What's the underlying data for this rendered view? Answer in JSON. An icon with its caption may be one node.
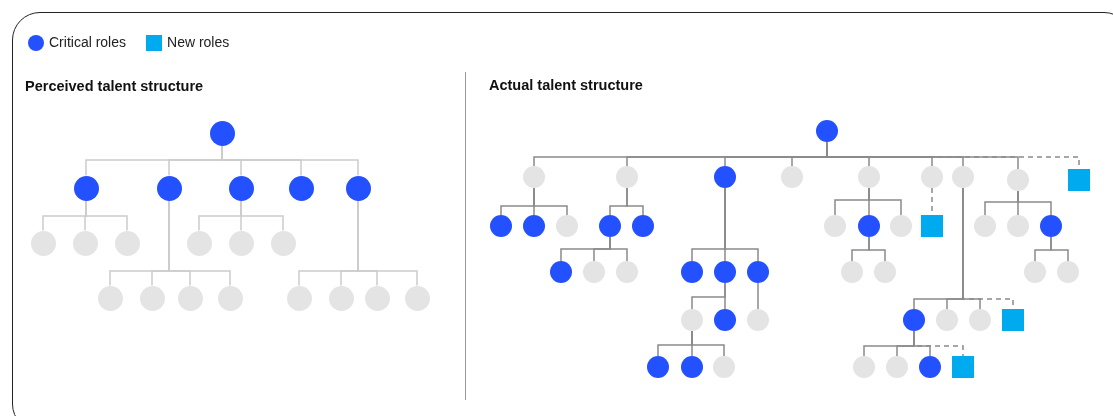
{
  "diagram": {
    "nodes": [
      {
        "text": [],
        "shape": "circle"
      },
      {
        "text": [],
        "shape": "circle"
      },
      {
        "text": [],
        "shape": "circle"
      },
      {
        "text": [],
        "shape": "circle"
      },
      {
        "text": [],
        "shape": "circle"
      },
      {
        "text": [],
        "shape": "circle"
      },
      {
        "text": [],
        "shape": "circle"
      },
      {
        "text": [],
        "shape": "circle"
      },
      {
        "text": [],
        "shape": "circle"
      },
      {
        "text": [],
        "shape": "circle"
      },
      {
        "text": [],
        "shape": "circle"
      },
      {
        "text": [],
        "shape": "circle"
      },
      {
        "text": [],
        "shape": "circle"
      },
      {
        "text": [],
        "shape": "circle"
      },
      {
        "text": [],
        "shape": "circle"
      },
      {
        "text": [],
        "shape": "circle"
      },
      {
        "text": [],
        "shape": "circle"
      },
      {
        "text": [],
        "shape": "circle"
      },
      {
        "text": [],
        "shape": "circle"
      },
      {
        "text": [],
        "shape": "circle"
      },
      {
        "text": [],
        "shape": "circle"
      },
      {
        "text": [],
        "shape": "circle"
      },
      {
        "text": [],
        "shape": "circle"
      },
      {
        "text": [],
        "shape": "circle"
      },
      {
        "text": [],
        "shape": "circle"
      },
      {
        "text": [],
        "shape": "circle"
      },
      {
        "text": [],
        "shape": "circle"
      },
      {
        "text": [],
        "shape": "circle"
      },
      {
        "text": [],
        "shape": "circle"
      },
      {
        "text": [],
        "shape": "box"
      },
      {
        "text": [],
        "shape": "circle"
      },
      {
        "text": [],
        "shape": "circle"
      },
      {
        "text": [],
        "shape": "circle"
      },
      {
        "text": [],
        "shape": "circle"
      },
      {
        "text": [],
        "shape": "circle"
      },
      {
        "text": [],
        "shape": "circle"
      },
      {
        "text": [],
        "shape": "circle"
      },
      {
        "text": [],
        "shape": "circle"
      },
      {
        "text": [],
        "shape": "box"
      },
      {
        "text": [],
        "shape": "circle"
      },
      {
        "text": [],
        "shape": "circle"
      },
      {
        "text": [],
        "shape": "circle"
      },
      {
        "text": [],
        "shape": "circle"
      },
      {
        "text": [],
        "shape": "circle"
      },
      {
        "text": [],
        "shape": "circle"
      },
      {
        "text": [],
        "shape": "circle"
      },
      {
        "text": [],
        "shape": "circle"
      },
      {
        "text": [],
        "shape": "circle"
      },
      {
        "text": [],
        "shape": "circle"
      },
      {
        "text": [],
        "shape": "circle"
      },
      {
        "text": [],
        "shape": "circle"
      },
      {
        "text": [],
        "shape": "circle"
      },
      {
        "text": [],
        "shape": "circle"
      },
      {
        "text": [],
        "shape": "circle"
      },
      {
        "text": [],
        "shape": "circle"
      },
      {
        "text": [],
        "shape": "circle"
      },
      {
        "text": [],
        "shape": "circle"
      },
      {
        "text": [],
        "shape": "circle"
      },
      {
        "text": [],
        "shape": "box"
      },
      {
        "text": [],
        "shape": "circle"
      },
      {
        "text": [],
        "shape": "circle"
      },
      {
        "text": [],
        "shape": "circle"
      },
      {
        "text": [],
        "shape": "circle"
      },
      {
        "text": [],
        "shape": "circle"
      },
      {
        "text": [],
        "shape": "circle"
      },
      {
        "text": [],
        "shape": "box"
      }
    ],
    "edges": [
      {
        "from": 0,
        "to": 1,
        "arrow": "none",
        "color": "#cccccc"
      },
      {
        "from": 0,
        "to": 2,
        "arrow": "none",
        "color": "#cccccc"
      },
      {
        "from": 0,
        "to": 3,
        "arrow": "none",
        "color": "#cccccc"
      },
      {
        "from": 0,
        "to": 4,
        "arrow": "none",
        "color": "#cccccc"
      },
      {
        "from": 0,
        "to": 5,
        "arrow": "none",
        "color": "#cccccc"
      },
      {
        "from": 1,
        "to": 6,
        "arrow": "none",
        "color": "#cccccc"
      },
      {
        "from": 1,
        "to": 7,
        "arrow": "none",
        "color": "#cccccc"
      },
      {
        "from": 1,
        "to": 8,
        "arrow": "none",
        "color": "#cccccc"
      },
      {
        "from": 3,
        "to": 9,
        "arrow": "none",
        "color": "#cccccc"
      },
      {
        "from": 3,
        "to": 10,
        "arrow": "none",
        "color": "#cccccc"
      },
      {
        "from": 3,
        "to": 11,
        "arrow": "none",
        "color": "#cccccc"
      },
      {
        "from": 2,
        "to": 12,
        "arrow": "none",
        "color": "#cccccc"
      },
      {
        "from": 2,
        "to": 13,
        "arrow": "none",
        "color": "#cccccc"
      },
      {
        "from": 2,
        "to": 14,
        "arrow": "none",
        "color": "#cccccc"
      },
      {
        "from": 2,
        "to": 15,
        "arrow": "none",
        "color": "#cccccc"
      },
      {
        "from": 5,
        "to": 16,
        "arrow": "none",
        "color": "#cccccc"
      },
      {
        "from": 5,
        "to": 17,
        "arrow": "none",
        "color": "#cccccc"
      },
      {
        "from": 5,
        "to": 18,
        "arrow": "none",
        "color": "#cccccc"
      },
      {
        "from": 5,
        "to": 19,
        "arrow": "none",
        "color": "#cccccc"
      },
      {
        "from": 20,
        "to": 21,
        "arrow": "none"
      },
      {
        "from": 20,
        "to": 22,
        "arrow": "none"
      },
      {
        "from": 20,
        "to": 23,
        "arrow": "none"
      },
      {
        "from": 20,
        "to": 24,
        "arrow": "none"
      },
      {
        "from": 20,
        "to": 25,
        "arrow": "none"
      },
      {
        "from": 20,
        "to": 26,
        "arrow": "none"
      },
      {
        "from": 20,
        "to": 27,
        "arrow": "none"
      },
      {
        "from": 20,
        "to": 28,
        "arrow": "none"
      },
      {
        "from": 20,
        "to": 29,
        "arrow": "none",
        "style": "dashed"
      },
      {
        "from": 21,
        "to": 30,
        "arrow": "none"
      },
      {
        "from": 21,
        "to": 31,
        "arrow": "none"
      },
      {
        "from": 21,
        "to": 32,
        "arrow": "none"
      },
      {
        "from": 22,
        "to": 33,
        "arrow": "none"
      },
      {
        "from": 22,
        "to": 34,
        "arrow": "none"
      },
      {
        "from": 33,
        "to": 42,
        "arrow": "none"
      },
      {
        "from": 33,
        "to": 43,
        "arrow": "none"
      },
      {
        "from": 33,
        "to": 44,
        "arrow": "none"
      },
      {
        "from": 23,
        "to": 45,
        "arrow": "none"
      },
      {
        "from": 23,
        "to": 46,
        "arrow": "none"
      },
      {
        "from": 23,
        "to": 47,
        "arrow": "none"
      },
      {
        "from": 46,
        "to": 52,
        "arrow": "none"
      },
      {
        "from": 46,
        "to": 53,
        "arrow": "none"
      },
      {
        "from": 47,
        "to": 54,
        "arrow": "none"
      },
      {
        "from": 52,
        "to": 59,
        "arrow": "none"
      },
      {
        "from": 52,
        "to": 60,
        "arrow": "none"
      },
      {
        "from": 52,
        "to": 61,
        "arrow": "none"
      },
      {
        "from": 25,
        "to": 35,
        "arrow": "none"
      },
      {
        "from": 25,
        "to": 36,
        "arrow": "none"
      },
      {
        "from": 25,
        "to": 37,
        "arrow": "none"
      },
      {
        "from": 36,
        "to": 48,
        "arrow": "none"
      },
      {
        "from": 36,
        "to": 49,
        "arrow": "none"
      },
      {
        "from": 26,
        "to": 38,
        "arrow": "none",
        "style": "dashed"
      },
      {
        "from": 27,
        "to": 55,
        "arrow": "none"
      },
      {
        "from": 27,
        "to": 56,
        "arrow": "none"
      },
      {
        "from": 27,
        "to": 57,
        "arrow": "none"
      },
      {
        "from": 27,
        "to": 58,
        "arrow": "none",
        "style": "dashed"
      },
      {
        "from": 55,
        "to": 62,
        "arrow": "none"
      },
      {
        "from": 55,
        "to": 63,
        "arrow": "none"
      },
      {
        "from": 55,
        "to": 64,
        "arrow": "none"
      },
      {
        "from": 55,
        "to": 65,
        "arrow": "none",
        "style": "dashed"
      },
      {
        "from": 28,
        "to": 39,
        "arrow": "none"
      },
      {
        "from": 28,
        "to": 40,
        "arrow": "none"
      },
      {
        "from": 28,
        "to": 41,
        "arrow": "none"
      },
      {
        "from": 41,
        "to": 50,
        "arrow": "none"
      },
      {
        "from": 41,
        "to": 51,
        "arrow": "none"
      }
    ],
    "labels": [
      "Perceived talent structure",
      "Actual talent structure"
    ],
    "legend": [
      {
        "text": "Critical roles",
        "color": "#2451ff"
      },
      {
        "text": "New roles",
        "color": "#00aaee"
      }
    ]
  }
}
